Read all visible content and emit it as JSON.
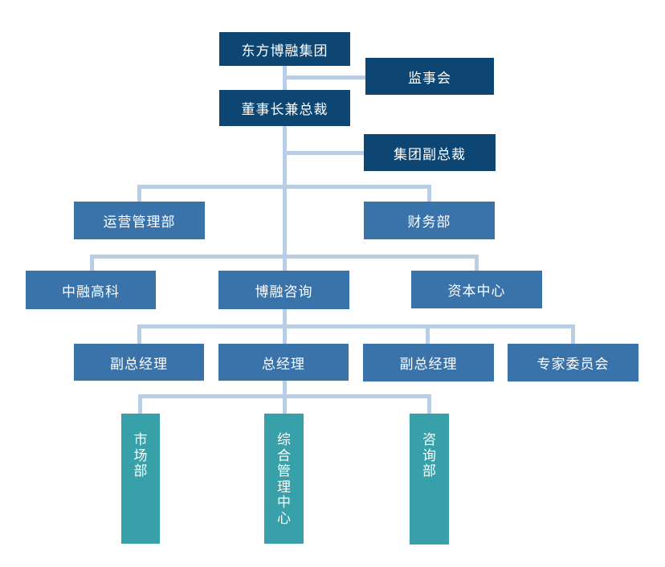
{
  "org_chart": {
    "type": "org-hierarchy-diagram",
    "nodes": {
      "group_hq": {
        "label": "东方博融集团",
        "level": 1
      },
      "supervisory_board": {
        "label": "监事会",
        "level": 1,
        "attached_to": "group_hq"
      },
      "chairman_president": {
        "label": "董事长兼总裁",
        "level": 2
      },
      "group_vp": {
        "label": "集团副总裁",
        "level": 2,
        "attached_to": "chairman_president"
      },
      "operations_dept": {
        "label": "运营管理部",
        "level": 3
      },
      "finance_dept": {
        "label": "财务部",
        "level": 3
      },
      "zhongrong_tech": {
        "label": "中融高科",
        "level": 4
      },
      "borong_consulting": {
        "label": "博融咨询",
        "level": 4
      },
      "capital_center": {
        "label": "资本中心",
        "level": 4
      },
      "deputy_gm_left": {
        "label": "副总经理",
        "level": 5
      },
      "general_manager": {
        "label": "总经理",
        "level": 5
      },
      "deputy_gm_right": {
        "label": "副总经理",
        "level": 5
      },
      "expert_committee": {
        "label": "专家委员会",
        "level": 5
      },
      "marketing_dept": {
        "label": "市场部",
        "level": 6
      },
      "admin_center": {
        "label": "综合管理中心",
        "level": 6
      },
      "consulting_dept": {
        "label": "咨询部",
        "level": 6
      }
    },
    "colors": {
      "dark_navy_box": "#0d4673",
      "medium_blue_box": "#3a73aa",
      "teal_box": "#38a0a8",
      "connector_line": "#b9cde4",
      "box_text": "#ffffff",
      "background": "#ffffff"
    }
  }
}
